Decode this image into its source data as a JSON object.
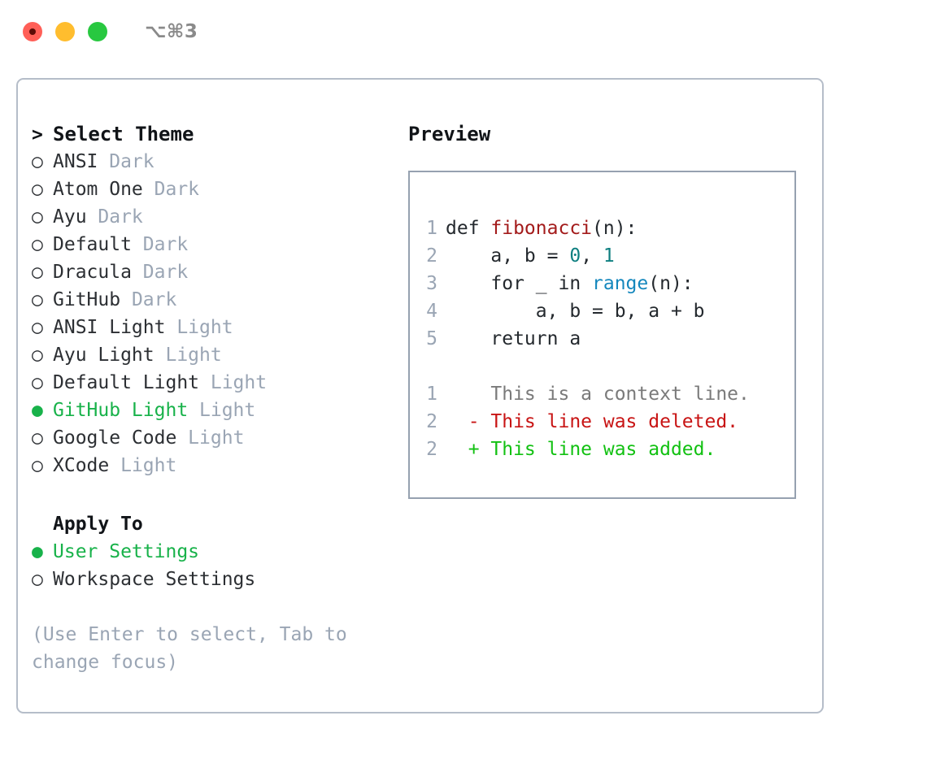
{
  "window": {
    "shortcut": "⌥⌘3",
    "traffic_lights": [
      {
        "name": "close-button",
        "color": "#ff5f57"
      },
      {
        "name": "minimize-button",
        "color": "#ffbd2e"
      },
      {
        "name": "maximize-button",
        "color": "#28c840"
      }
    ]
  },
  "accent_color": "#18b24a",
  "theme_picker": {
    "prompt_marker": ">",
    "prompt": "Select Theme",
    "unselected_marker": "○",
    "selected_marker": "●",
    "items": [
      {
        "label": "ANSI",
        "kind": "Dark",
        "selected": false
      },
      {
        "label": "Atom One",
        "kind": "Dark",
        "selected": false
      },
      {
        "label": "Ayu",
        "kind": "Dark",
        "selected": false
      },
      {
        "label": "Default",
        "kind": "Dark",
        "selected": false
      },
      {
        "label": "Dracula",
        "kind": "Dark",
        "selected": false
      },
      {
        "label": "GitHub",
        "kind": "Dark",
        "selected": false
      },
      {
        "label": "ANSI Light",
        "kind": "Light",
        "selected": false
      },
      {
        "label": "Ayu Light",
        "kind": "Light",
        "selected": false
      },
      {
        "label": "Default Light",
        "kind": "Light",
        "selected": false
      },
      {
        "label": "GitHub Light",
        "kind": "Light",
        "selected": true
      },
      {
        "label": "Google Code",
        "kind": "Light",
        "selected": false
      },
      {
        "label": "XCode",
        "kind": "Light",
        "selected": false
      }
    ]
  },
  "apply_to": {
    "title": "Apply To",
    "options": [
      {
        "label": "User Settings",
        "selected": true
      },
      {
        "label": "Workspace Settings",
        "selected": false
      }
    ]
  },
  "hint": "(Use Enter to select, Tab to change focus)",
  "preview": {
    "title": "Preview",
    "code_lines": [
      {
        "n": "1",
        "tokens": [
          {
            "t": "def ",
            "c": "plain"
          },
          {
            "t": "fibonacci",
            "c": "fn"
          },
          {
            "t": "(n):",
            "c": "plain"
          }
        ]
      },
      {
        "n": "2",
        "tokens": [
          {
            "t": "    a, b = ",
            "c": "plain"
          },
          {
            "t": "0",
            "c": "num"
          },
          {
            "t": ", ",
            "c": "plain"
          },
          {
            "t": "1",
            "c": "num"
          }
        ]
      },
      {
        "n": "3",
        "tokens": [
          {
            "t": "    for _ in ",
            "c": "plain"
          },
          {
            "t": "range",
            "c": "call"
          },
          {
            "t": "(n):",
            "c": "plain"
          }
        ]
      },
      {
        "n": "4",
        "tokens": [
          {
            "t": "        a, b = b, a + b",
            "c": "plain"
          }
        ]
      },
      {
        "n": "5",
        "tokens": [
          {
            "t": "    return a",
            "c": "plain"
          }
        ]
      }
    ],
    "diff_lines": [
      {
        "n": "1",
        "sign": " ",
        "text": "This is a context line.",
        "kind": "ctx"
      },
      {
        "n": "2",
        "sign": "-",
        "text": "This line was deleted.",
        "kind": "del"
      },
      {
        "n": "2",
        "sign": "+",
        "text": "This line was added.",
        "kind": "add"
      }
    ]
  }
}
